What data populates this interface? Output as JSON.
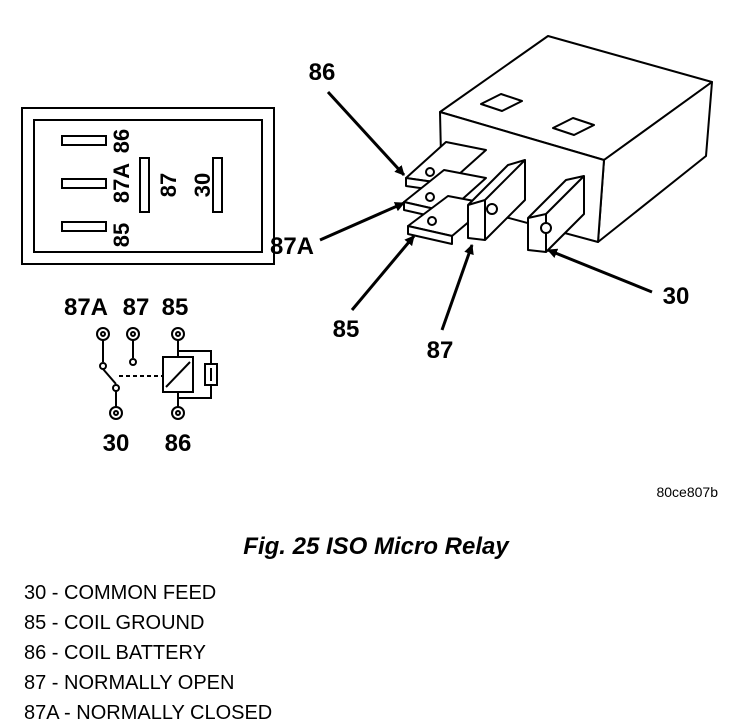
{
  "pinout_view": {
    "labels": [
      "86",
      "87A",
      "85",
      "87",
      "30"
    ]
  },
  "schematic": {
    "top_labels": [
      "87A",
      "87",
      "85"
    ],
    "bottom_labels": [
      "30",
      "86"
    ]
  },
  "relay_view": {
    "callouts": [
      "86",
      "87A",
      "85",
      "87",
      "30"
    ]
  },
  "reference_code": "80ce807b",
  "caption": "Fig. 25 ISO Micro Relay",
  "legend": [
    "30 - COMMON FEED",
    "85 - COIL GROUND",
    "86 - COIL BATTERY",
    "87 - NORMALLY OPEN",
    "87A - NORMALLY CLOSED"
  ]
}
